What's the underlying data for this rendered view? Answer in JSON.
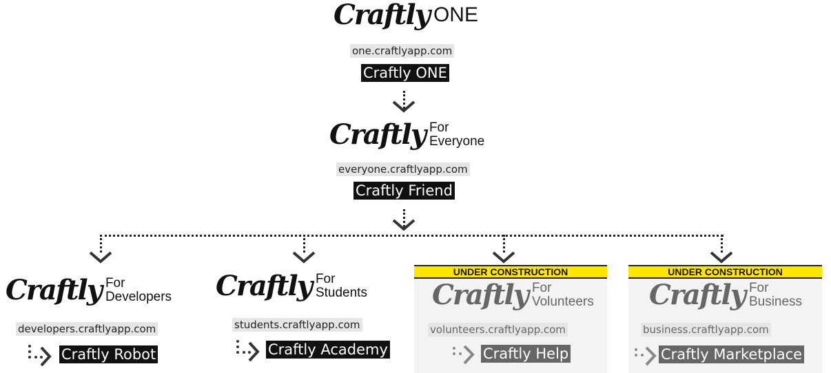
{
  "top": {
    "logo_script": "Craftly",
    "logo_suffix": "ONE",
    "domain": "one.craftlyapp.com",
    "product": "Craftly ONE"
  },
  "everyone": {
    "logo_script": "Craftly",
    "for": "For",
    "audience": "Everyone",
    "domain": "everyone.craftlyapp.com",
    "product": "Craftly Friend"
  },
  "branches": [
    {
      "logo_script": "Craftly",
      "for": "For",
      "audience": "Developers",
      "domain": "developers.craftlyapp.com",
      "product": "Craftly Robot",
      "status": "live"
    },
    {
      "logo_script": "Craftly",
      "for": "For",
      "audience": "Students",
      "domain": "students.craftlyapp.com",
      "product": "Craftly Academy",
      "status": "live"
    },
    {
      "logo_script": "Craftly",
      "for": "For",
      "audience": "Volunteers",
      "domain": "volunteers.craftlyapp.com",
      "product": "Craftly Help",
      "status": "under construction"
    },
    {
      "logo_script": "Craftly",
      "for": "For",
      "audience": "Business",
      "domain": "business.craftlyapp.com",
      "product": "Craftly Marketplace",
      "status": "under construction"
    }
  ],
  "tape_label": "UNDER CONSTRUCTION",
  "colors": {
    "badge": "#111111",
    "badge_disabled": "#666666",
    "tape": "#ffe600",
    "domain_bg": "#e6e6e6"
  }
}
